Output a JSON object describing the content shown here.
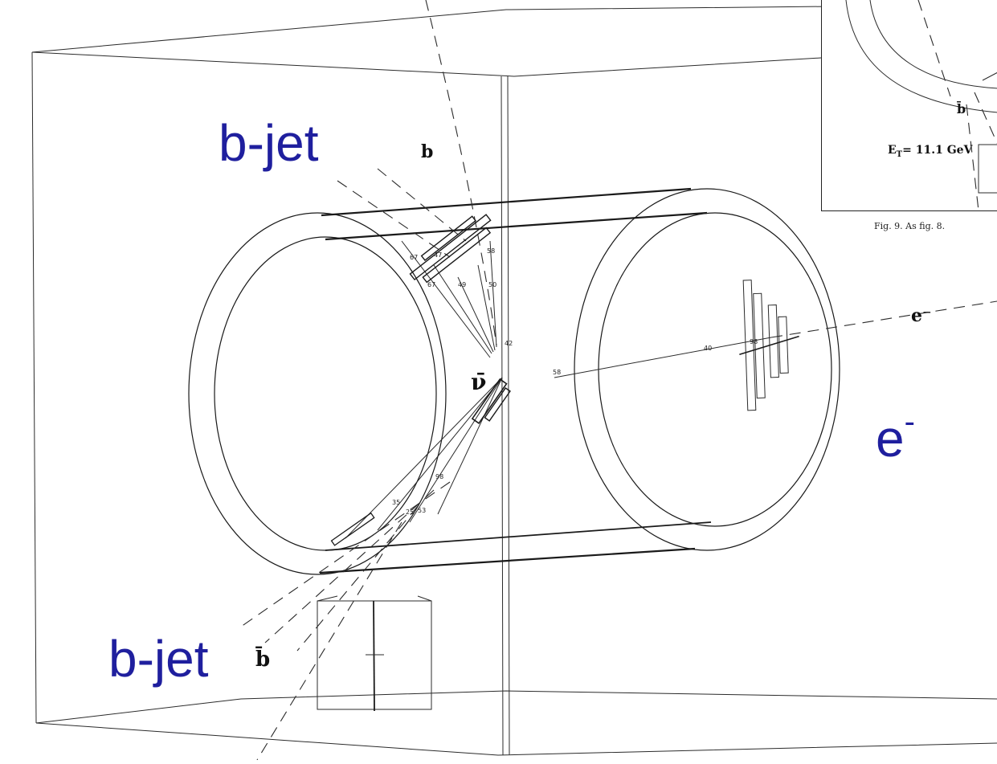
{
  "labels": {
    "bjet_top": "b-jet",
    "bjet_bottom": "b-jet",
    "b_quark": "b",
    "bbar_quark": "b̄",
    "antineutrino": "ν̄",
    "electron_big": "e",
    "electron_big_sup": "-",
    "electron_track": "e⁻"
  },
  "inset": {
    "bbar_label": "b̄",
    "energy_label": "E",
    "energy_sub": "T",
    "energy_value": "= 11.1 GeV",
    "caption": "Fig. 9. As fig. 8."
  },
  "cluster_numbers": [
    "67",
    "47",
    "58",
    "67",
    "49",
    "50",
    "42",
    "58",
    "40",
    "98",
    "35",
    "25",
    "53",
    "98"
  ],
  "colors": {
    "overlay_text": "#1f1f9e",
    "line_art": "#1a1a1a",
    "background": "#ffffff"
  }
}
